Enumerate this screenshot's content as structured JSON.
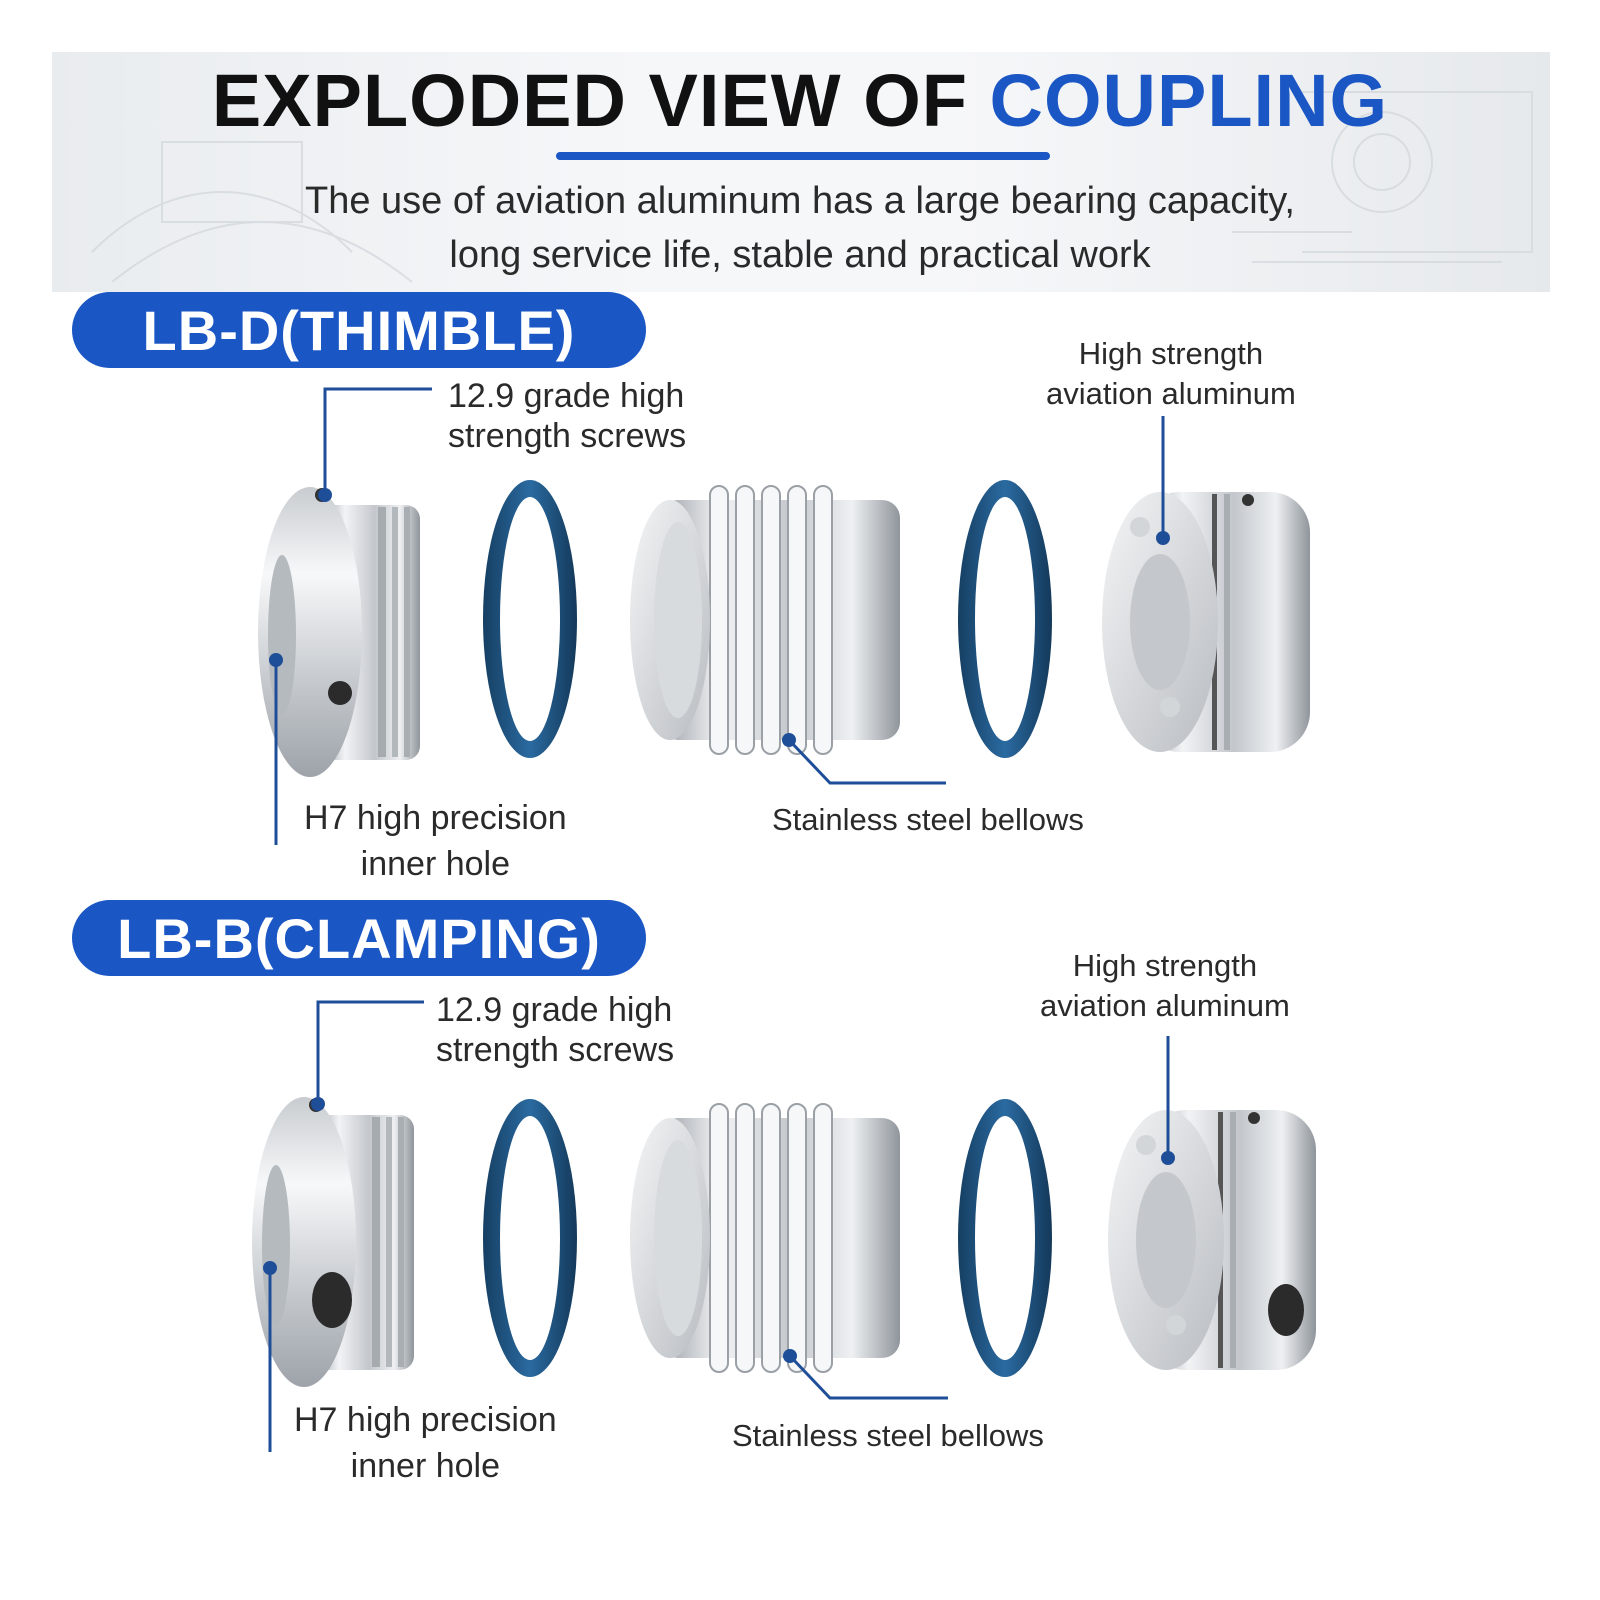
{
  "header": {
    "title_main": "EXPLODED VIEW OF ",
    "title_accent": "COUPLING",
    "subtitle_line1": "The use of aviation aluminum has a large bearing capacity,",
    "subtitle_line2": "long service life, stable and practical work"
  },
  "sections": [
    {
      "badge": "LB-D(THIMBLE)",
      "screws_label_1": "12.9 grade high",
      "screws_label_2": "strength screws",
      "aluminum_label_1": "High strength",
      "aluminum_label_2": "aviation aluminum",
      "hole_label_1": "H7 high precision",
      "hole_label_2": "inner hole",
      "bellows_label": "Stainless steel bellows"
    },
    {
      "badge": "LB-B(CLAMPING)",
      "screws_label_1": "12.9 grade high",
      "screws_label_2": "strength screws",
      "aluminum_label_1": "High strength",
      "aluminum_label_2": "aviation aluminum",
      "hole_label_1": "H7 high precision",
      "hole_label_2": "inner hole",
      "bellows_label": "Stainless steel bellows"
    }
  ],
  "colors": {
    "accent": "#1a56c4",
    "ring": "#1d5a8c",
    "text": "#2a2a2a"
  }
}
